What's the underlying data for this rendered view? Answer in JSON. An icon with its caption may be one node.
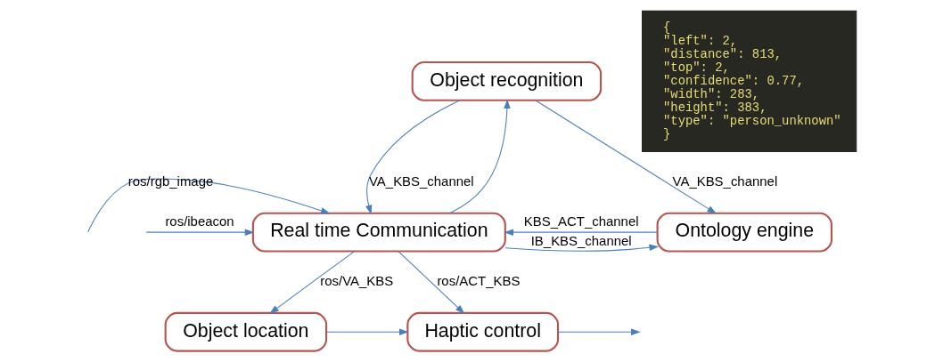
{
  "diagram": {
    "nodes": [
      {
        "text": [
          "Object recognition"
        ]
      },
      {
        "text": [
          "Real time Communication"
        ]
      },
      {
        "text": [
          "Ontology engine"
        ]
      },
      {
        "text": [
          "Object location"
        ]
      },
      {
        "text": [
          "Haptic control"
        ]
      },
      {
        "text": [
          "{",
          "\"left\": 2,",
          "\"distance\": 813,",
          "\"top\": 2,",
          "\"confidence\": 0.77,",
          "\"width\": 283,",
          "\"height\": 383,",
          "\"type\": \"person_unknown\"",
          "}"
        ]
      }
    ],
    "edges": [
      {
        "from": null,
        "to": 1,
        "arrow": "to",
        "label": "ros/rgb_image"
      },
      {
        "from": null,
        "to": 1,
        "arrow": "to",
        "label": "ros/ibeacon"
      },
      {
        "from": 1,
        "to": 0,
        "arrow": "to"
      },
      {
        "from": 0,
        "to": 1,
        "arrow": "to",
        "label": "VA_KBS_channel"
      },
      {
        "from": 0,
        "to": 2,
        "arrow": "to",
        "label": "VA_KBS_channel"
      },
      {
        "from": 1,
        "to": 2,
        "arrow": "to",
        "label": "IB_KBS_channel"
      },
      {
        "from": 2,
        "to": 1,
        "arrow": "to",
        "label": "KBS_ACT_channel"
      },
      {
        "from": 1,
        "to": 3,
        "arrow": "to",
        "label": "ros/VA_KBS"
      },
      {
        "from": 1,
        "to": 4,
        "arrow": "to",
        "label": "ros/ACT_KBS"
      },
      {
        "from": 3,
        "to": 4,
        "arrow": "to"
      },
      {
        "from": 4,
        "to": null,
        "arrow": "to"
      }
    ]
  }
}
